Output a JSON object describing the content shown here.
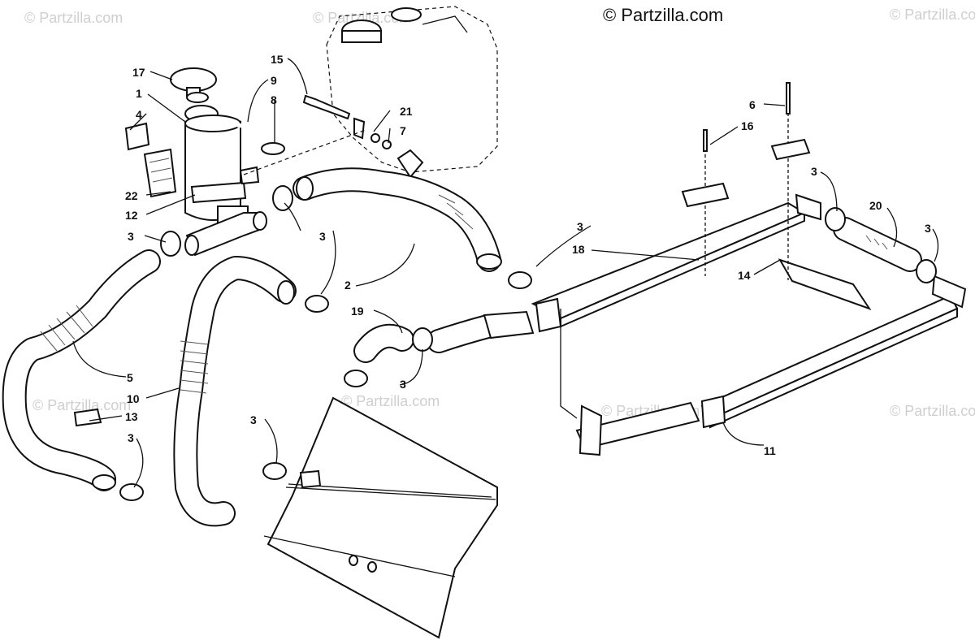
{
  "watermarks": {
    "main": "© Partzilla.com",
    "faint": "© Partzilla.com"
  },
  "callouts": [
    "17",
    "1",
    "4",
    "22",
    "12",
    "15",
    "9",
    "8",
    "21",
    "7",
    "3",
    "2",
    "5",
    "10",
    "13",
    "19",
    "18",
    "14",
    "20",
    "6",
    "16",
    "11"
  ],
  "colors": {
    "line": "#111111",
    "background": "#ffffff",
    "watermark": "#cfcfcf"
  }
}
